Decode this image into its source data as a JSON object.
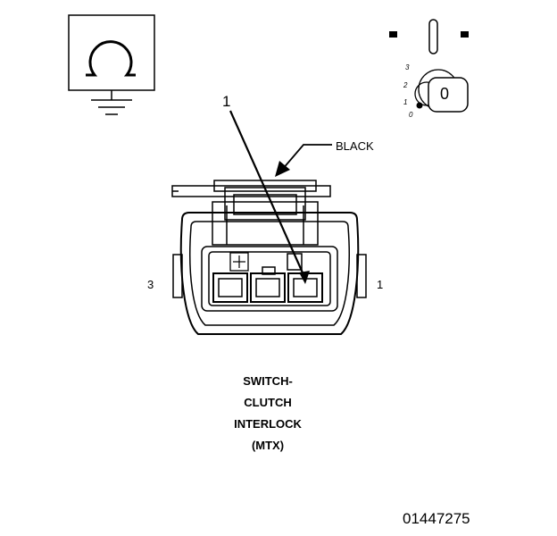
{
  "callout": "1",
  "connector_color": "BLACK",
  "pins": {
    "left": "3",
    "right": "1"
  },
  "title_lines": [
    "SWITCH-",
    "CLUTCH",
    "INTERLOCK",
    "(MTX)"
  ],
  "figure_id": "01447275",
  "ignition_positions": [
    "3",
    "2",
    "1",
    "0"
  ],
  "key_label": "0",
  "icons": [
    "ohmmeter-ground-icon",
    "ignition-key-icon"
  ],
  "colors": {
    "line": "#000000",
    "background": "#ffffff"
  }
}
